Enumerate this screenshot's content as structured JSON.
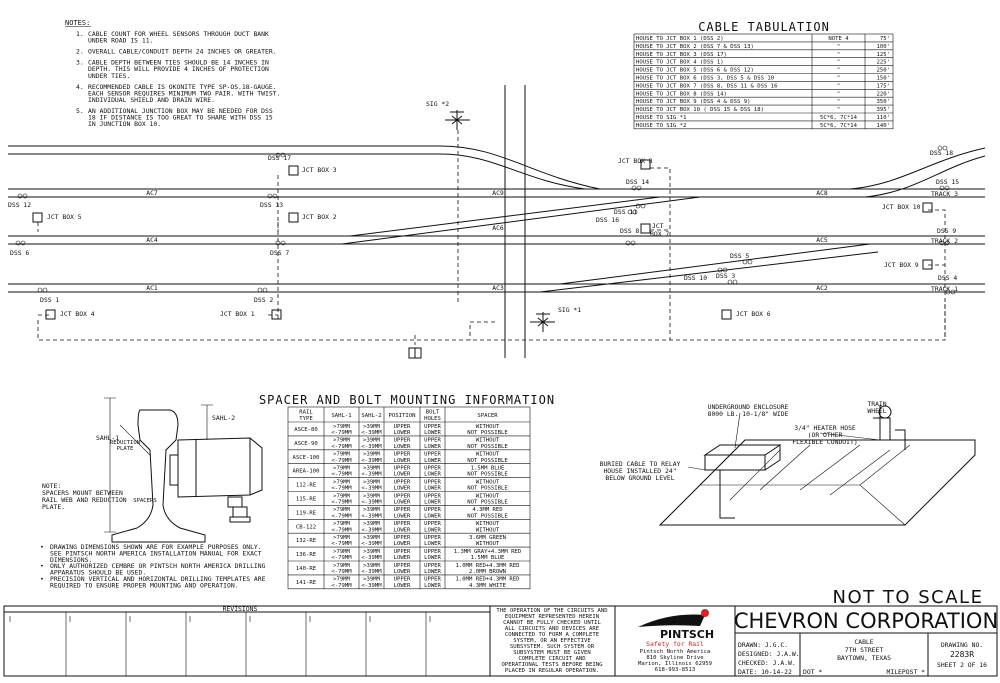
{
  "notes": {
    "heading": "NOTES:",
    "items": [
      {
        "n": "1.",
        "lines": [
          "CABLE COUNT FOR WHEEL SENSORS THROUGH DUCT BANK",
          "UNDER ROAD IS 11."
        ]
      },
      {
        "n": "2.",
        "lines": [
          "OVERALL CABLE/CONDUIT DEPTH 24 INCHES OR GREATER."
        ]
      },
      {
        "n": "3.",
        "lines": [
          "CABLE DEPTH BETWEEN TIES SHOULD BE 14 INCHES IN",
          "DEPTH. THIS WILL PROVIDE 4 INCHES OF PROTECTION",
          "UNDER TIES."
        ]
      },
      {
        "n": "4.",
        "lines": [
          "RECOMMENDED CABLE IS OKONITE TYPE SP-OS.18-GAUGE.",
          "EACH SENSOR REQUIRES MINIMUM TWO PAIR. WITH TWIST.",
          "INDIVIDUAL SHIELD AND DRAIN WIRE."
        ]
      },
      {
        "n": "5.",
        "lines": [
          "AN ADDITIONAL JUNCTION BOX MAY BE NEEDED FOR DSS",
          "18 IF DISTANCE IS TOO GREAT TO SHARE WITH DSS 15",
          "IN JUNCTION BOX 10."
        ]
      }
    ]
  },
  "cable_tabulation": {
    "title": "CABLE TABULATION",
    "rows": [
      [
        "HOUSE TO JCT BOX 1 (DSS 2)",
        "NOTE 4",
        "75'"
      ],
      [
        "HOUSE TO JCT BOX 2 (DSS 7 & DSS 13)",
        "\"",
        "100'"
      ],
      [
        "HOUSE TO JCT BOX 3 (DSS 17)",
        "\"",
        "125'"
      ],
      [
        "HOUSE TO JCT BOX 4 (DSS 1)",
        "\"",
        "225'"
      ],
      [
        "HOUSE TO JCT BOX 5 (DSS 6 & DSS 12)",
        "\"",
        "250'"
      ],
      [
        "HOUSE TO JCT BOX 6 (DSS 3, DSS 5 & DSS 10",
        "\"",
        "150'"
      ],
      [
        "HOUSE TO JCT BOX 7 (DSS 8, DSS 11 & DSS 16",
        "\"",
        "175'"
      ],
      [
        "HOUSE TO JCT BOX 8 (DSS 14)",
        "\"",
        "220'"
      ],
      [
        "HOUSE TO JCT BOX 9 (DSS 4 & DSS 9)",
        "\"",
        "350'"
      ],
      [
        "HOUSE TO JCT BOX 10 ( DSS 15 & DSS 18)",
        "\"",
        "395'"
      ],
      [
        "HOUSE TO SIG *1",
        "5C*6, 7C*14",
        "110'"
      ],
      [
        "HOUSE TO SIG *2",
        "5C*6, 7C*14",
        "140'"
      ]
    ]
  },
  "track": {
    "labels": {
      "t1": "TRACK 1",
      "t2": "TRACK 2",
      "t3": "TRACK 3"
    },
    "ac": [
      "AC7",
      "AC9",
      "AC8",
      "AC4",
      "AC6",
      "AC5",
      "AC1",
      "AC3",
      "AC2"
    ],
    "dss": [
      "DSS 17",
      "DSS 12",
      "DSS 13",
      "DSS 14",
      "DSS 15",
      "DSS 18",
      "DSS 16",
      "DSS 11",
      "DSS 6",
      "DSS 7",
      "DSS 8",
      "DSS 9",
      "DSS 1",
      "DSS 2",
      "DSS 10",
      "DSS 3",
      "DSS 5",
      "DSS 4"
    ],
    "jct": [
      "JCT BOX 3",
      "JCT BOX 5",
      "JCT BOX 2",
      "JCT BOX 8",
      "JCT BOX 10",
      "JCT",
      "BOX 7",
      "JCT BOX 9",
      "JCT BOX 4",
      "JCT BOX 1",
      "JCT BOX 6"
    ],
    "sig": [
      "SIG *2",
      "SIG *1"
    ]
  },
  "spacer": {
    "title": "SPACER AND BOLT MOUNTING INFORMATION",
    "headers": [
      [
        "RAIL",
        "TYPE"
      ],
      [
        "SAHL-1"
      ],
      [
        "SAHL-2"
      ],
      [
        "POSITION"
      ],
      [
        "BOLT",
        "HOLES"
      ],
      [
        "SPACER"
      ]
    ],
    "rows": [
      [
        "ASCE-80",
        ">79MM",
        "<-79MM",
        ">39MM",
        "<-39MM",
        "UPPER",
        "LOWER",
        "UPPER",
        "LOWER",
        "WITHOUT",
        "NOT POSSIBLE"
      ],
      [
        "ASCE-90",
        ">79MM",
        "<-79MM",
        ">39MM",
        "<-39MM",
        "UPPER",
        "LOWER",
        "UPPER",
        "LOWER",
        "WITHOUT",
        "NOT POSSIBLE"
      ],
      [
        "ASCE-100",
        ">79MM",
        "<-79MM",
        ">39MM",
        "<-39MM",
        "UPPER",
        "LOWER",
        "UPPER",
        "LOWER",
        "WITHOUT",
        "NOT POSSIBLE"
      ],
      [
        "AREA-100",
        ">79MM",
        "<-79MM",
        ">39MM",
        "<-39MM",
        "UPPER",
        "LOWER",
        "UPPER",
        "LOWER",
        "1.5MM BLUE",
        "NOT POSSIBLE"
      ],
      [
        "112-RE",
        ">79MM",
        "<-79MM",
        ">39MM",
        "<-39MM",
        "UPPER",
        "LOWER",
        "UPPER",
        "LOWER",
        "WITHOUT",
        "NOT POSSIBLE"
      ],
      [
        "115-RE",
        ">79MM",
        "<-79MM",
        ">39MM",
        "<-39MM",
        "UPPER",
        "LOWER",
        "UPPER",
        "LOWER",
        "WITHOUT",
        "NOT POSSIBLE"
      ],
      [
        "119-RE",
        ">79MM",
        "<-79MM",
        ">39MM",
        "<-39MM",
        "UPPER",
        "LOWER",
        "UPPER",
        "LOWER",
        "4.3MM RED",
        "NOT POSSIBLE"
      ],
      [
        "CB-122",
        ">79MM",
        "<-79MM",
        ">39MM",
        "<-39MM",
        "UPPER",
        "LOWER",
        "UPPER",
        "LOWER",
        "WITHOUT",
        "WITHOUT"
      ],
      [
        "132-RE",
        ">79MM",
        "<-79MM",
        ">39MM",
        "<-39MM",
        "UPPER",
        "LOWER",
        "UPPER",
        "LOWER",
        "3.6MM GREEN",
        "WITHOUT"
      ],
      [
        "136-RE",
        ">79MM",
        "<-79MM",
        ">39MM",
        "<-39MM",
        "UPPER",
        "LOWER",
        "UPPER",
        "LOWER",
        "1.3MM GRAY+4.3MM RED",
        "1.5MM BLUE"
      ],
      [
        "140-RE",
        ">79MM",
        "<-79MM",
        ">39MM",
        "<-39MM",
        "UPPER",
        "LOWER",
        "UPPER",
        "LOWER",
        "1.0MM RED+4.3MM RED",
        "2.0MM BROWN"
      ],
      [
        "141-RE",
        ">79MM",
        "<-79MM",
        ">39MM",
        "<-39MM",
        "UPPER",
        "LOWER",
        "UPPER",
        "LOWER",
        "1.0MM RED+4.3MM RED",
        "4.3MM WHITE"
      ]
    ]
  },
  "sensor": {
    "sahl1": "SAHL-1",
    "sahl2": "SAHL-2",
    "reduction": [
      "REDUCTION",
      "PLATE"
    ],
    "spacers": "SPACERS",
    "note": [
      "NOTE:",
      "SPACERS MOUNT BETWEEN",
      "RAIL WEB AND REDUCTION",
      "PLATE."
    ]
  },
  "bullets": [
    [
      "DRAWING DIMENSIONS SHOWN ARE FOR EXAMPLE PURPOSES ONLY.",
      "SEE PINTSCH NORTH AMERICA INSTALLATION MANUAL FOR EXACT",
      "DIMENSIONS."
    ],
    [
      "ONLY AUTHORIZED CEMBRE OR PINTSCH NORTH AMERICA DRILLING",
      "APPARATUS SHOULD BE USED."
    ],
    [
      "PRECISION VERTICAL AND HORIZONTAL DRILLING TEMPLATES ARE",
      "REQUIRED TO ENSURE PROPER MOUNTING AND OPERATION."
    ]
  ],
  "underground": {
    "enclosure": [
      "UNDERGROUND ENCLOSURE",
      "8000 LB. 10-1/8\" WIDE"
    ],
    "heater": [
      "3/4\" HEATER HOSE",
      "(OR OTHER",
      "FLEXIBLE CONDUIT)"
    ],
    "wheel": [
      "TRAIN",
      "WHEEL"
    ],
    "buried": [
      "BURIED CABLE TO RELAY",
      "HOUSE INSTALLED 24\"",
      "BELOW GROUND LEVEL"
    ]
  },
  "scale": "NOT TO SCALE",
  "title_block": {
    "revisions": "REVISIONS",
    "disclaimer": [
      "THE OPERATION OF THE CIRCUITS AND",
      "EQUIPMENT REPRESENTED HEREIN",
      "CANNOT BE FULLY CHECKED UNTIL",
      "ALL CIRCUITS AND DEVICES ARE",
      "CONNECTED TO FORM A COMPLETE",
      "SYSTEM, OR AN EFFECTIVE",
      "SUBSYSTEM. SUCH SYSTEM OR",
      "SUBSYSTEM MUST BE GIVEN",
      "COMPLETE CIRCUIT AND",
      "OPERATIONAL TESTS BEFORE BEING",
      "PLACED IN REGULAR OPERATION."
    ],
    "logo": "PINTSCH",
    "tagline": "Safety for Rail",
    "address": [
      "Pintsch North America",
      "810 Skyline Drive",
      "Marion, Illinois 62959",
      "618-993-8513"
    ],
    "company": "CHEVRON CORPORATION",
    "drawn": "DRAWN: J.G.C.",
    "designed": "DESIGNED: J.A.W.",
    "checked": "CHECKED: J.A.W.",
    "date": "DATE: 10-14-22",
    "dot": "DOT *",
    "milepost": "MILEPOST *",
    "desc": [
      "CABLE",
      "7TH STREET",
      "BAYTOWN, TEXAS"
    ],
    "drawing_no_label": "DRAWING NO.",
    "drawing_no": "2283R",
    "sheet": "SHEET 2 OF 16"
  }
}
